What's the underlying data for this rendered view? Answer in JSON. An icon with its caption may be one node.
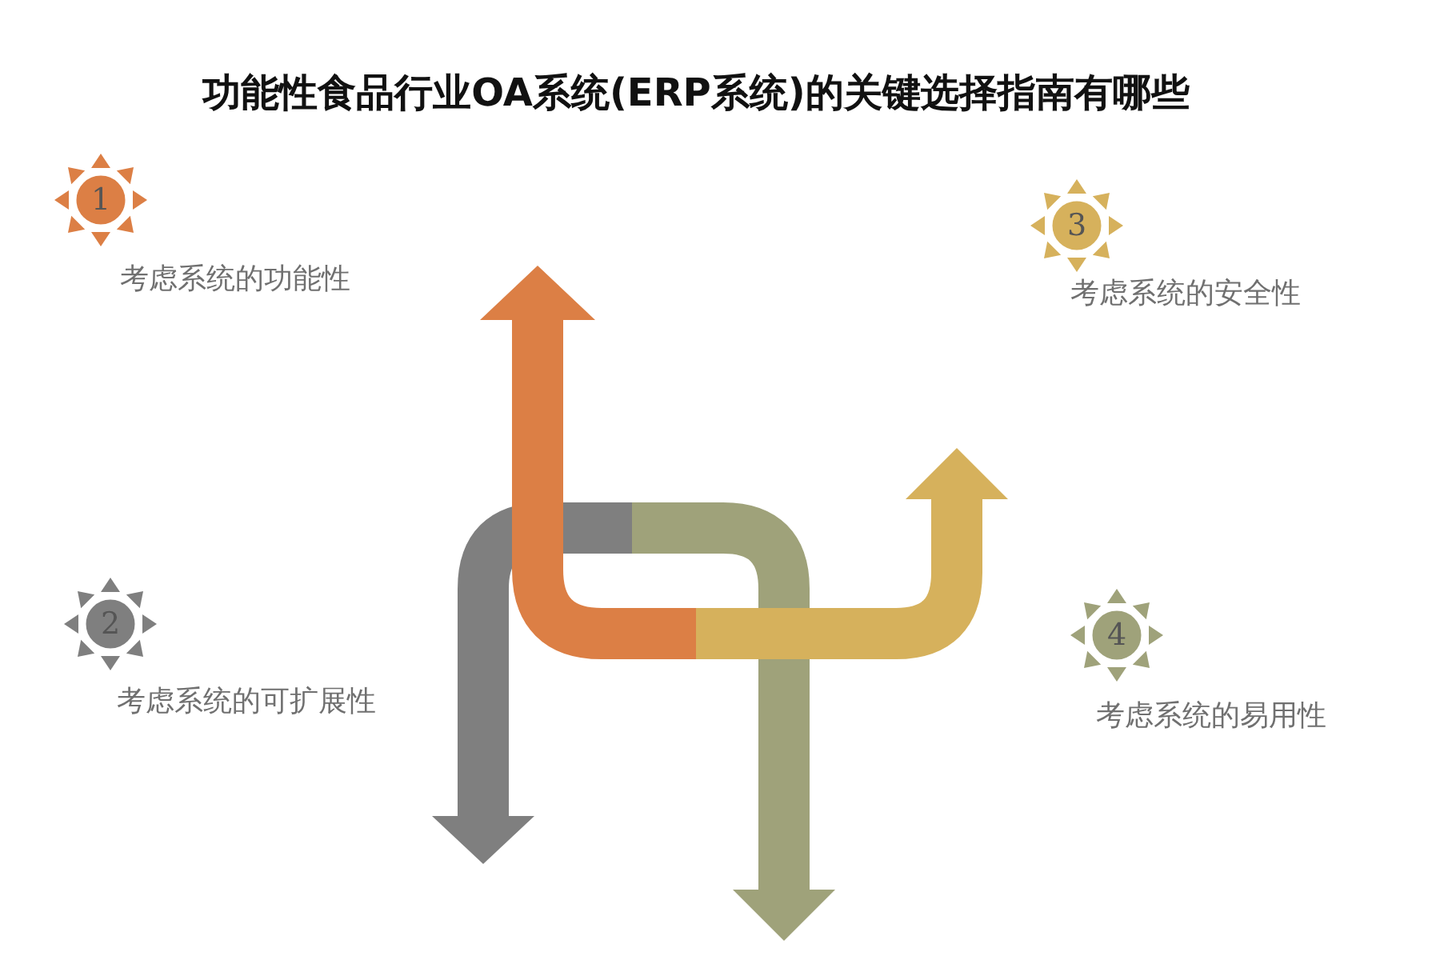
{
  "diagram": {
    "title": "功能性食品行业OA系统(ERP系统)的关键选择指南有哪些",
    "nodes": [
      {
        "text": [
          "1"
        ],
        "beside": [
          "考虑系统的功能性"
        ]
      },
      {
        "text": [
          "3"
        ],
        "beside": [
          "考虑系统的安全性"
        ]
      },
      {
        "text": [
          "2"
        ],
        "beside": [
          "考虑系统的可扩展性"
        ]
      },
      {
        "text": [
          "4"
        ],
        "beside": [
          "考虑系统的易用性"
        ]
      }
    ]
  }
}
